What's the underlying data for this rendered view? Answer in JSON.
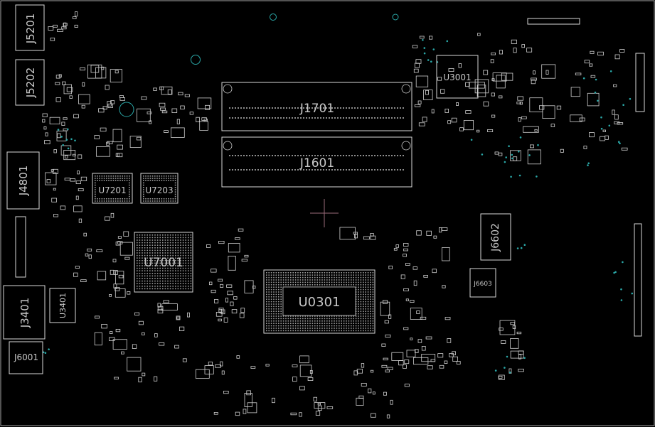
{
  "board": {
    "background": "#000000",
    "silkscreen_color": "#d8d8d8",
    "via_color": "#2aa7a7",
    "crosshair_color": "#9a6b7a"
  },
  "labels": {
    "j5201": "J5201",
    "j5202": "J5202",
    "j4801": "J4801",
    "j3401": "J3401",
    "u3401": "U3401",
    "j6001": "J6001",
    "u7201": "U7201",
    "u7203": "U7203",
    "u7001": "U7001",
    "j1701": "J1701",
    "j1601": "J1601",
    "u0301": "U0301",
    "u3001": "U3001",
    "j6602": "J6602",
    "j6603": "J6603"
  },
  "icons": {
    "crosshair": "crosshair-icon"
  }
}
